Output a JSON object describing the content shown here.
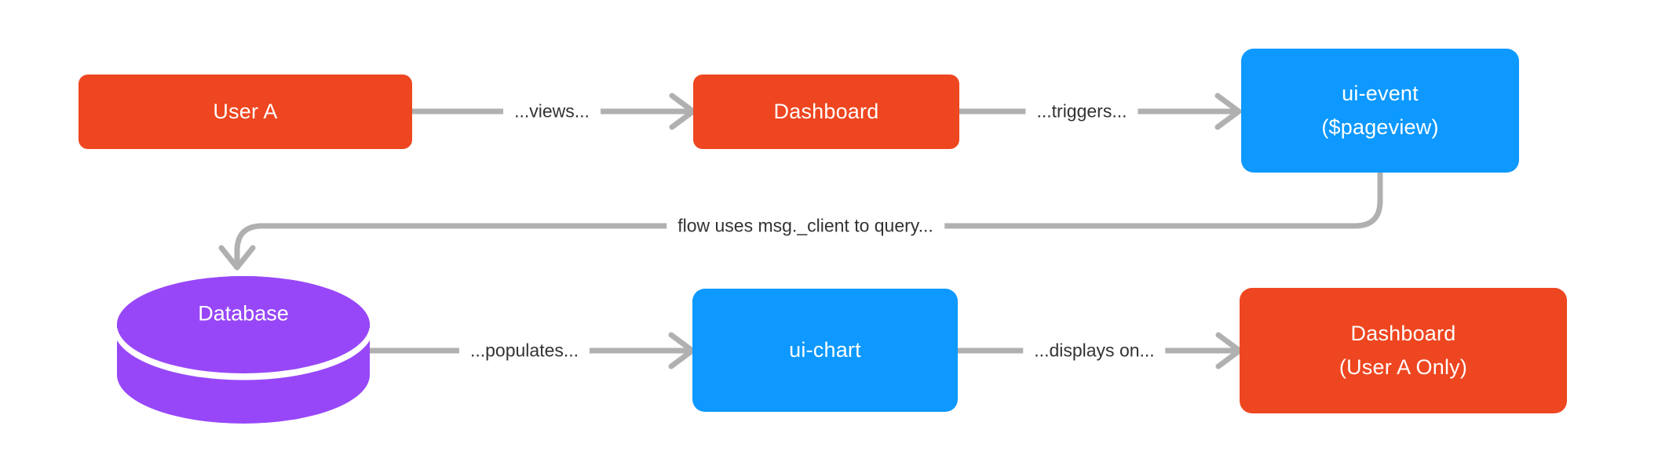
{
  "diagram": {
    "background": "#ffffff",
    "colors": {
      "node_red": "#EE4620",
      "node_blue": "#0D99FF",
      "node_purple": "#9747F8",
      "connector_gray": "#B0B0B0",
      "edge_label_text": "#333333",
      "node_label_text": "#FFFFFF"
    },
    "nodes": [
      {
        "id": "user-a",
        "shape": "rounded-rect",
        "color": "#EE4620",
        "label": "User A"
      },
      {
        "id": "dashboard",
        "shape": "rounded-rect",
        "color": "#EE4620",
        "label": "Dashboard"
      },
      {
        "id": "ui-event",
        "shape": "rounded-rect",
        "color": "#0D99FF",
        "label_line1": "ui-event",
        "label_line2": "($pageview)"
      },
      {
        "id": "database",
        "shape": "cylinder",
        "color": "#9747F8",
        "label": "Database"
      },
      {
        "id": "ui-chart",
        "shape": "rounded-rect",
        "color": "#0D99FF",
        "label": "ui-chart"
      },
      {
        "id": "dashboard-user-a-only",
        "shape": "rounded-rect",
        "color": "#EE4620",
        "label_line1": "Dashboard",
        "label_line2": "(User A Only)"
      }
    ],
    "edges": [
      {
        "from": "user-a",
        "to": "dashboard",
        "label": "...views..."
      },
      {
        "from": "dashboard",
        "to": "ui-event",
        "label": "...triggers..."
      },
      {
        "from": "ui-event",
        "to": "database",
        "label": "flow uses msg._client to query..."
      },
      {
        "from": "database",
        "to": "ui-chart",
        "label": "...populates..."
      },
      {
        "from": "ui-chart",
        "to": "dashboard-user-a-only",
        "label": "...displays on..."
      }
    ]
  }
}
